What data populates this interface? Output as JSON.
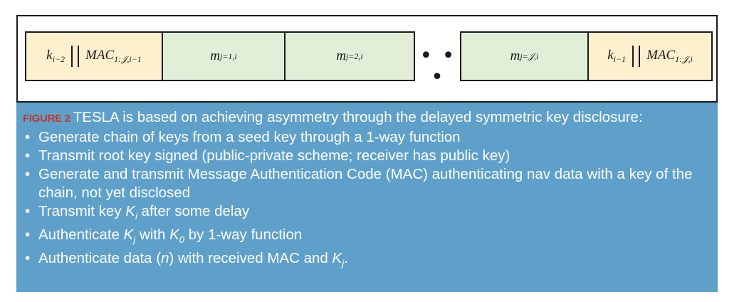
{
  "diagram": {
    "left_group": {
      "cell1_k": "k",
      "cell1_k_sub": "i−2",
      "cell1_mac": "MAC",
      "cell1_mac_sub": "1:𝒥,i−1",
      "cell2_m": "m",
      "cell2_m_sub": "j=1,i",
      "cell3_m": "m",
      "cell3_m_sub": "j=2,i"
    },
    "ellipsis": "• • •",
    "right_group": {
      "cell1_m": "m",
      "cell1_m_sub": "j=𝒥,i",
      "cell2_k": "k",
      "cell2_k_sub": "i−1",
      "cell2_mac": "MAC",
      "cell2_mac_sub": "1:𝒥,i"
    },
    "colors": {
      "key_mac_cell": "#fdf0cf",
      "message_cell": "#e3eed8",
      "caption_bg": "#5fa0cb",
      "label": "#c0392b"
    }
  },
  "caption": {
    "figure_label": "FIGURE 2",
    "lead": "TESLA is based on achieving asymmetry through the delayed symmetric key disclosure:",
    "bullet_1": "Generate chain of keys from a seed key through a 1-way function",
    "bullet_2": "Transmit root key signed (public-private scheme; receiver has public key)",
    "bullet_3": "Generate and transmit Message Authentication Code (MAC) authenticating nav data with a key of the chain, not yet disclosed",
    "bullet_4_pre": "Transmit key ",
    "bullet_4_var": "K",
    "bullet_4_sub": "i",
    "bullet_4_post": " after some delay",
    "bullet_5_pre": "Authenticate ",
    "bullet_5_var1": "K",
    "bullet_5_sub1": "j",
    "bullet_5_mid": " with ",
    "bullet_5_var2": "K",
    "bullet_5_sub2": "0",
    "bullet_5_post": " by 1-way function",
    "bullet_6_pre": "Authenticate data (",
    "bullet_6_var": "n",
    "bullet_6_mid": ") with received MAC and ",
    "bullet_6_var2": "K",
    "bullet_6_sub2": "j",
    "bullet_6_post": "."
  }
}
